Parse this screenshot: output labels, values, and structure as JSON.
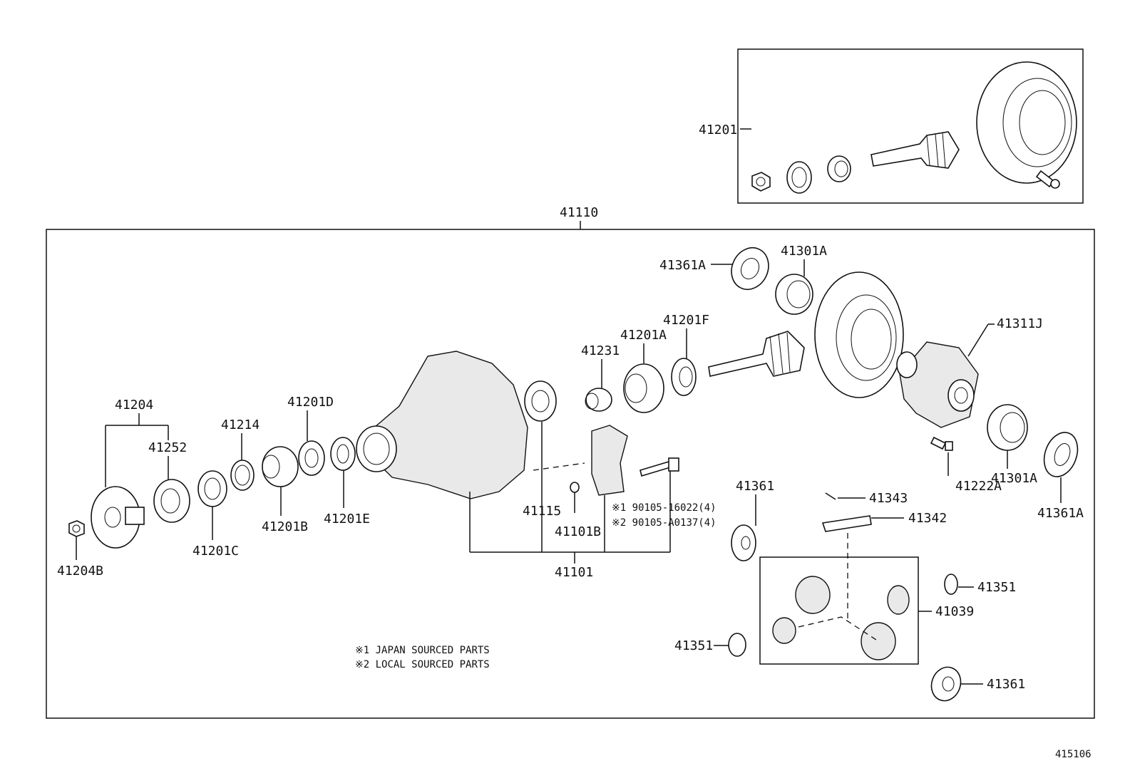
{
  "diagram_id": "415106",
  "labels": {
    "l41201": "41201",
    "l41110": "41110",
    "l41361A_top": "41361A",
    "l41301A_top": "41301A",
    "l41201F": "41201F",
    "l41201A": "41201A",
    "l41231": "41231",
    "l41311J": "41311J",
    "l41204": "41204",
    "l41252": "41252",
    "l41214": "41214",
    "l41201D": "41201D",
    "l41201C": "41201C",
    "l41201B": "41201B",
    "l41201E": "41201E",
    "l41204B": "41204B",
    "l41115": "41115",
    "l41101B": "41101B",
    "l41101": "41101",
    "l41361_mid": "41361",
    "l41222A": "41222A",
    "l41301A_bot": "41301A",
    "l41361A_bot": "41361A",
    "l41343": "41343",
    "l41342": "41342",
    "l41351_right": "41351",
    "l41039": "41039",
    "l41351_left": "41351",
    "l41361_bot": "41361"
  },
  "bolt_notes": {
    "n1": "※1 90105-16022(4)",
    "n2": "※2 90105-A0137(4)"
  },
  "legend": {
    "line1": "※1 JAPAN SOURCED PARTS",
    "line2": "※2 LOCAL SOURCED PARTS"
  }
}
